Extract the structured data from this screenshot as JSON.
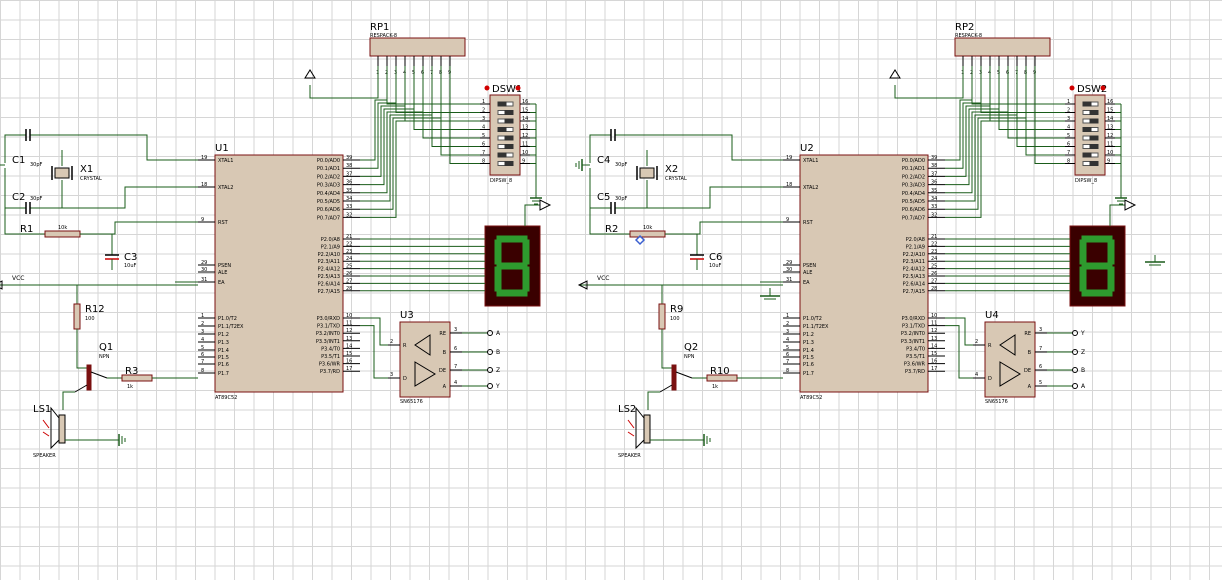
{
  "colors": {
    "wire": "#1a5c1a",
    "body": "#d8c8b4",
    "outline": "#7a1010",
    "seg_bg": "#3a0000",
    "seg_on": "#2e9a2e",
    "dot": "#d00000"
  },
  "vcc_label": "VCC",
  "mcu_pins_left": [
    "XTAL1",
    "XTAL2",
    "RST",
    "PSEN",
    "ALE",
    "EA",
    "P1.0/T2",
    "P1.1/T2EX",
    "P1.2",
    "P1.3",
    "P1.4",
    "P1.5",
    "P1.6",
    "P1.7"
  ],
  "mcu_pin_nums_left": [
    "19",
    "18",
    "9",
    "29",
    "30",
    "31",
    "1",
    "2",
    "3",
    "4",
    "5",
    "6",
    "7",
    "8"
  ],
  "mcu_pins_right": [
    "P0.0/AD0",
    "P0.1/AD1",
    "P0.2/AD2",
    "P0.3/AD3",
    "P0.4/AD4",
    "P0.5/AD5",
    "P0.6/AD6",
    "P0.7/AD7",
    "P2.0/A8",
    "P2.1/A9",
    "P2.2/A10",
    "P2.3/A11",
    "P2.4/A12",
    "P2.5/A13",
    "P2.6/A14",
    "P2.7/A15",
    "P3.0/RXD",
    "P3.1/TXD",
    "P3.2/INT0",
    "P3.3/INT1",
    "P3.4/T0",
    "P3.5/T1",
    "P3.6/WR",
    "P3.7/RD"
  ],
  "mcu_pin_nums_right": [
    "39",
    "38",
    "37",
    "36",
    "35",
    "34",
    "33",
    "32",
    "21",
    "22",
    "23",
    "24",
    "25",
    "26",
    "27",
    "28",
    "10",
    "11",
    "12",
    "13",
    "14",
    "15",
    "16",
    "17"
  ],
  "dsw_nums_left": [
    "1",
    "2",
    "3",
    "4",
    "5",
    "6",
    "7",
    "8"
  ],
  "dsw_nums_right": [
    "16",
    "15",
    "14",
    "13",
    "12",
    "11",
    "10",
    "9"
  ],
  "rp_pins": [
    "1",
    "2",
    "3",
    "4",
    "5",
    "6",
    "7",
    "8",
    "9"
  ],
  "left": {
    "U": "U1",
    "mcu_type": "AT89C52",
    "RP": "RP1",
    "rp_type": "RESPACK-8",
    "DSW": "DSW1",
    "dsw_type": "DIPSW_8",
    "C_top": "C1",
    "C_top_val": "30pF",
    "C_bot": "C2",
    "C_bot_val": "30pF",
    "X": "X1",
    "X_type": "CRYSTAL",
    "R_rst": "R1",
    "R_rst_val": "10k",
    "C_rst": "C3",
    "C_rst_val": "10uF",
    "R_pu": "R12",
    "R_pu_val": "100",
    "Q": "Q1",
    "Q_type": "NPN",
    "R_base": "R3",
    "R_base_val": "1k",
    "LS": "LS1",
    "LS_type": "SPEAKER",
    "IC": "U3",
    "IC_type": "SN65176",
    "ic_left_pins": [
      "R",
      "D"
    ],
    "ic_left_nums": [
      "2",
      "3"
    ],
    "ic_right_pins": [
      "RE",
      "B",
      "DE",
      "A"
    ],
    "ic_right_nums": [
      "3",
      "6",
      "7",
      "4"
    ],
    "terminals": [
      "A",
      "B",
      "Z",
      "Y"
    ]
  },
  "right": {
    "U": "U2",
    "mcu_type": "AT89C52",
    "RP": "RP2",
    "rp_type": "RESPACK-8",
    "DSW": "DSW2",
    "dsw_type": "DIPSW_8",
    "C_top": "C4",
    "C_top_val": "30pF",
    "C_bot": "C5",
    "C_bot_val": "30pF",
    "X": "X2",
    "X_type": "CRYSTAL",
    "R_rst": "R2",
    "R_rst_val": "10k",
    "C_rst": "C6",
    "C_rst_val": "10uF",
    "R_pu": "R9",
    "R_pu_val": "100",
    "Q": "Q2",
    "Q_type": "NPN",
    "R_base": "R10",
    "R_base_val": "1k",
    "LS": "LS2",
    "LS_type": "SPEAKER",
    "IC": "U4",
    "IC_type": "SN65176",
    "ic_left_pins": [
      "R",
      "D"
    ],
    "ic_left_nums": [
      "2",
      "4"
    ],
    "ic_right_pins": [
      "RE",
      "B",
      "DE",
      "A"
    ],
    "ic_right_nums": [
      "3",
      "7",
      "6",
      "5"
    ],
    "terminals": [
      "Y",
      "Z",
      "B",
      "A"
    ]
  }
}
